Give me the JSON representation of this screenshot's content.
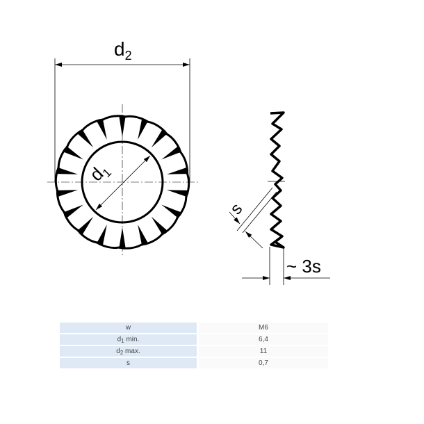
{
  "drawing": {
    "d2_label": {
      "base": "d",
      "sub": "2"
    },
    "d1_label": {
      "base": "d",
      "sub": "1"
    },
    "s_label": "s",
    "thickness_label": "~ 3s",
    "tooth_count": 18
  },
  "table": {
    "rows": [
      {
        "label": "w",
        "label_sub": "",
        "label_suffix": "",
        "value": "M6"
      },
      {
        "label": "d",
        "label_sub": "1",
        "label_suffix": " min.",
        "value": "6,4"
      },
      {
        "label": "d",
        "label_sub": "2",
        "label_suffix": " max.",
        "value": "11"
      },
      {
        "label": "s",
        "label_sub": "",
        "label_suffix": "",
        "value": "0,7"
      }
    ]
  }
}
